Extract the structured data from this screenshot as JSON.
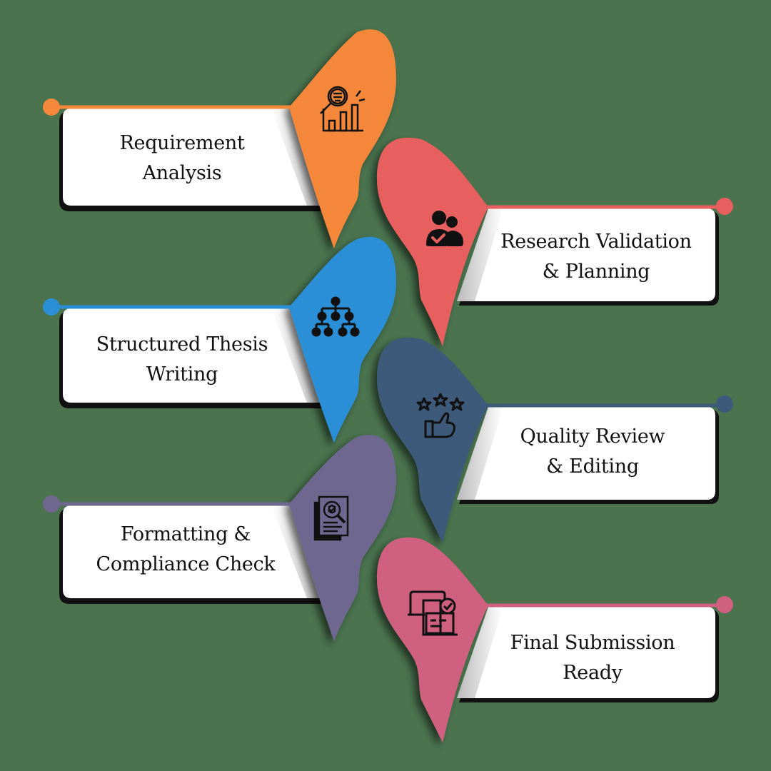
{
  "diagram": {
    "type": "process-steps",
    "background": "#4a734e",
    "steps": [
      {
        "index": 1,
        "line1": "Requirement",
        "line2": "Analysis",
        "color": "#f5873a",
        "icon": "analysis-chart-magnifier-icon",
        "side": "left"
      },
      {
        "index": 2,
        "line1": "Research Validation",
        "line2": "& Planning",
        "color": "#e85f5f",
        "icon": "users-check-icon",
        "side": "right"
      },
      {
        "index": 3,
        "line1": "Structured Thesis",
        "line2": "Writing",
        "color": "#2b8fd6",
        "icon": "hierarchy-icon",
        "side": "left"
      },
      {
        "index": 4,
        "line1": "Quality Review",
        "line2": "& Editing",
        "color": "#3e5a7a",
        "icon": "stars-thumbs-up-icon",
        "side": "right"
      },
      {
        "index": 5,
        "line1": "Formatting &",
        "line2": "Compliance Check",
        "color": "#6e6890",
        "icon": "document-inspect-icon",
        "side": "left"
      },
      {
        "index": 6,
        "line1": "Final Submission",
        "line2": "Ready",
        "color": "#d0607f",
        "icon": "submission-check-icon",
        "side": "right"
      }
    ]
  }
}
